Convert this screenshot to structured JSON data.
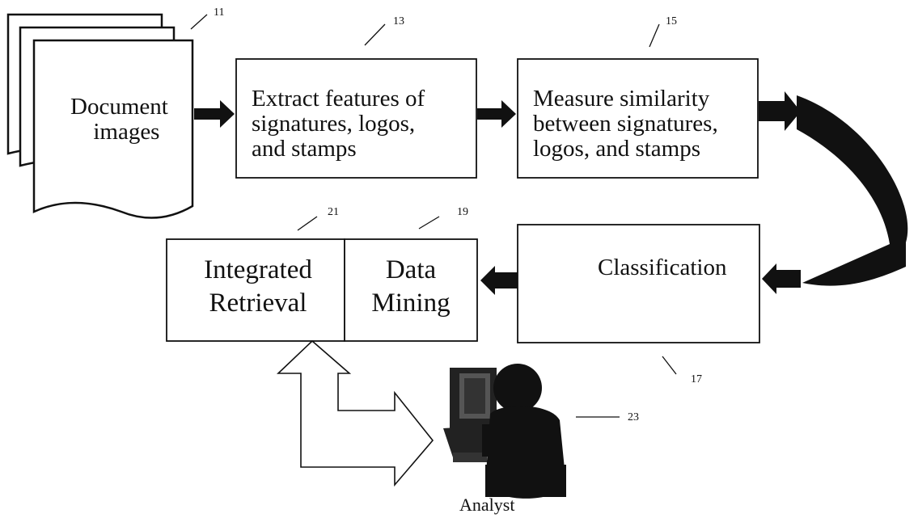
{
  "nodes": {
    "documents": {
      "line1": "Document",
      "line2": "images"
    },
    "extract": {
      "line1": "Extract features of",
      "line2": "signatures, logos,",
      "line3": "and stamps"
    },
    "measure": {
      "line1": "Measure similarity",
      "line2": "between signatures,",
      "line3": "logos, and stamps"
    },
    "classification": {
      "label": "Classification"
    },
    "retrieval": {
      "line1": "Integrated",
      "line2": "Retrieval"
    },
    "mining": {
      "line1": "Data",
      "line2": "Mining"
    },
    "analyst": {
      "label": "Analyst"
    }
  },
  "refs": {
    "documents": "11",
    "extract": "13",
    "measure": "15",
    "classification": "17",
    "mining": "19",
    "retrieval": "21",
    "analyst": "23"
  },
  "colors": {
    "stroke": "#111111",
    "fill": "#ffffff",
    "arrow": "#111111"
  },
  "icons": [
    "document-stack-icon",
    "analyst-computer-icon"
  ]
}
